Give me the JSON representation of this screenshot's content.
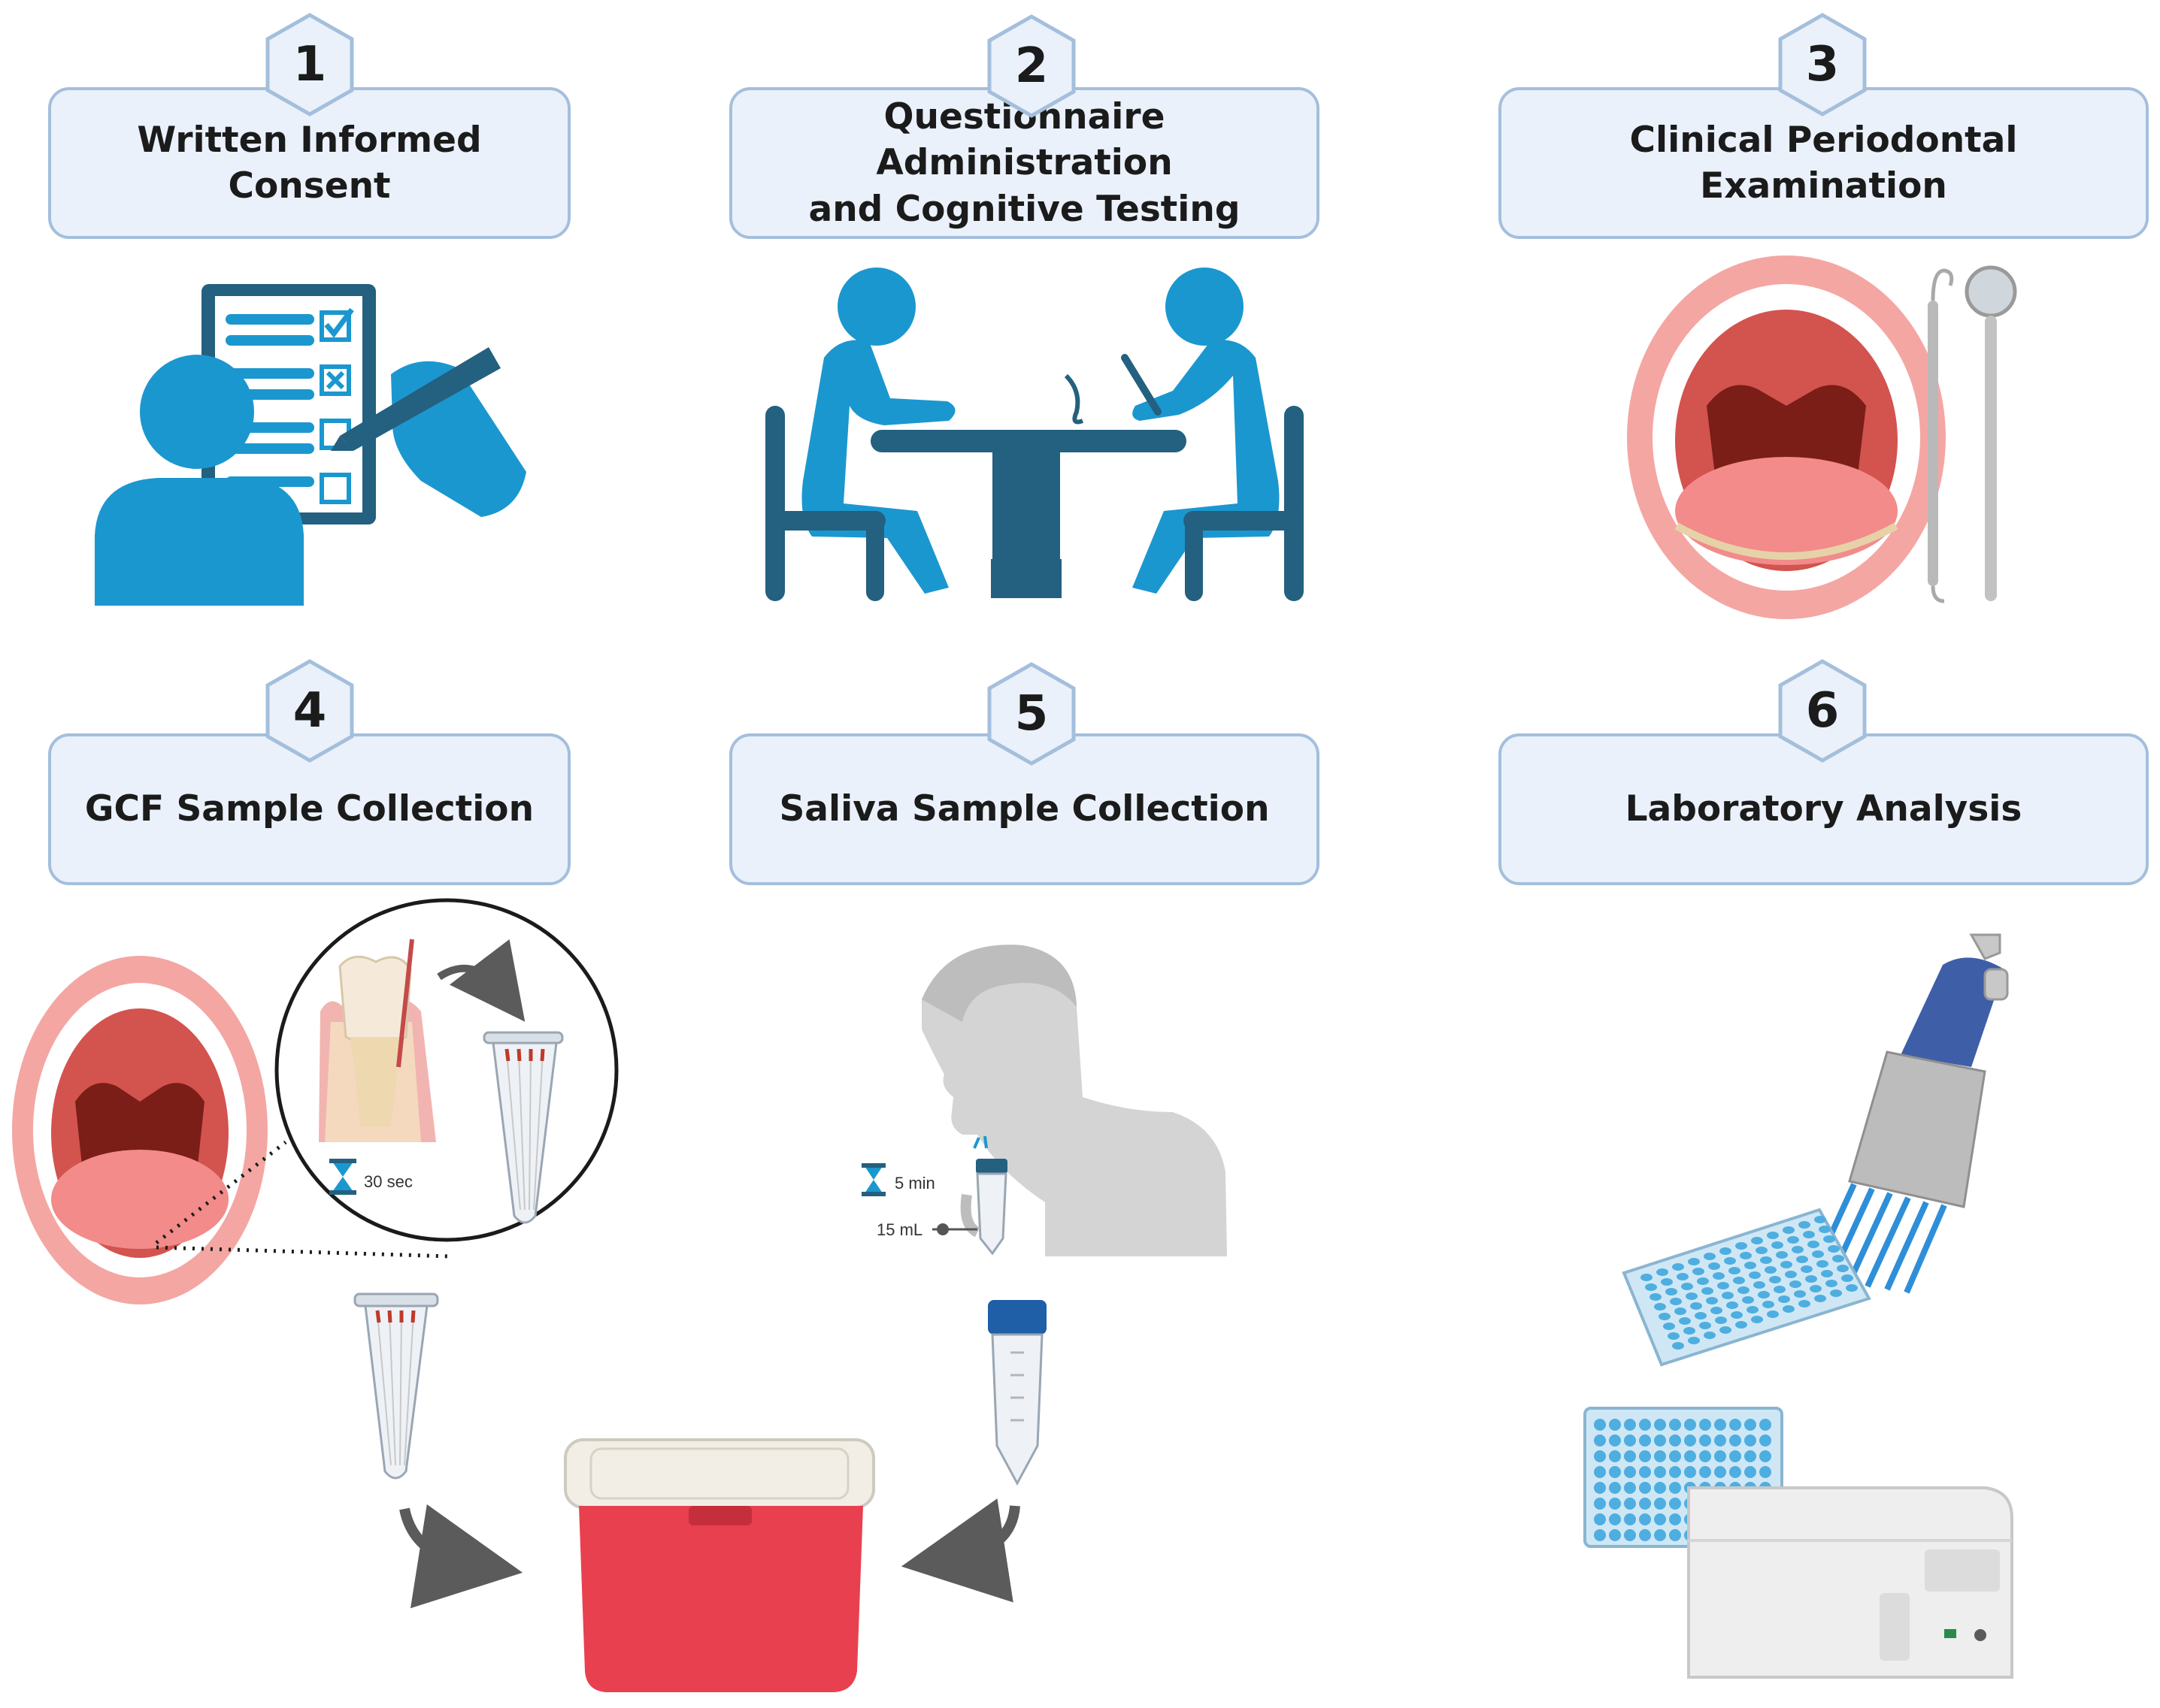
{
  "steps": [
    {
      "number": "1",
      "title": "Written Informed Consent"
    },
    {
      "number": "2",
      "title_lines": [
        "Questionnaire Administration",
        "and Cognitive Testing"
      ]
    },
    {
      "number": "3",
      "title": "Clinical Periodontal Examination"
    },
    {
      "number": "4",
      "title": "GCF Sample Collection"
    },
    {
      "number": "5",
      "title": "Saliva Sample Collection"
    },
    {
      "number": "6",
      "title": "Laboratory Analysis"
    }
  ],
  "labels": {
    "gcf_time": "30 sec",
    "saliva_time": "5 min",
    "saliva_volume": "15 mL"
  },
  "colors": {
    "box_fill": "#eaf1fa",
    "box_border": "#a4bfdc",
    "icon_blue": "#1b97cf",
    "icon_dark": "#24607f",
    "cooler_red": "#e8404f",
    "gum_pink": "#f4a6a3"
  },
  "icons": [
    "checklist-icon",
    "interview-icon",
    "open-mouth-icon",
    "dental-probe-icon",
    "dental-mirror-icon",
    "tooth-cross-section-icon",
    "microtube-icon",
    "hourglass-icon",
    "person-spitting-icon",
    "falcon-tube-icon",
    "cooler-box-icon",
    "multichannel-pipette-icon",
    "microplate-icon",
    "plate-reader-icon"
  ]
}
